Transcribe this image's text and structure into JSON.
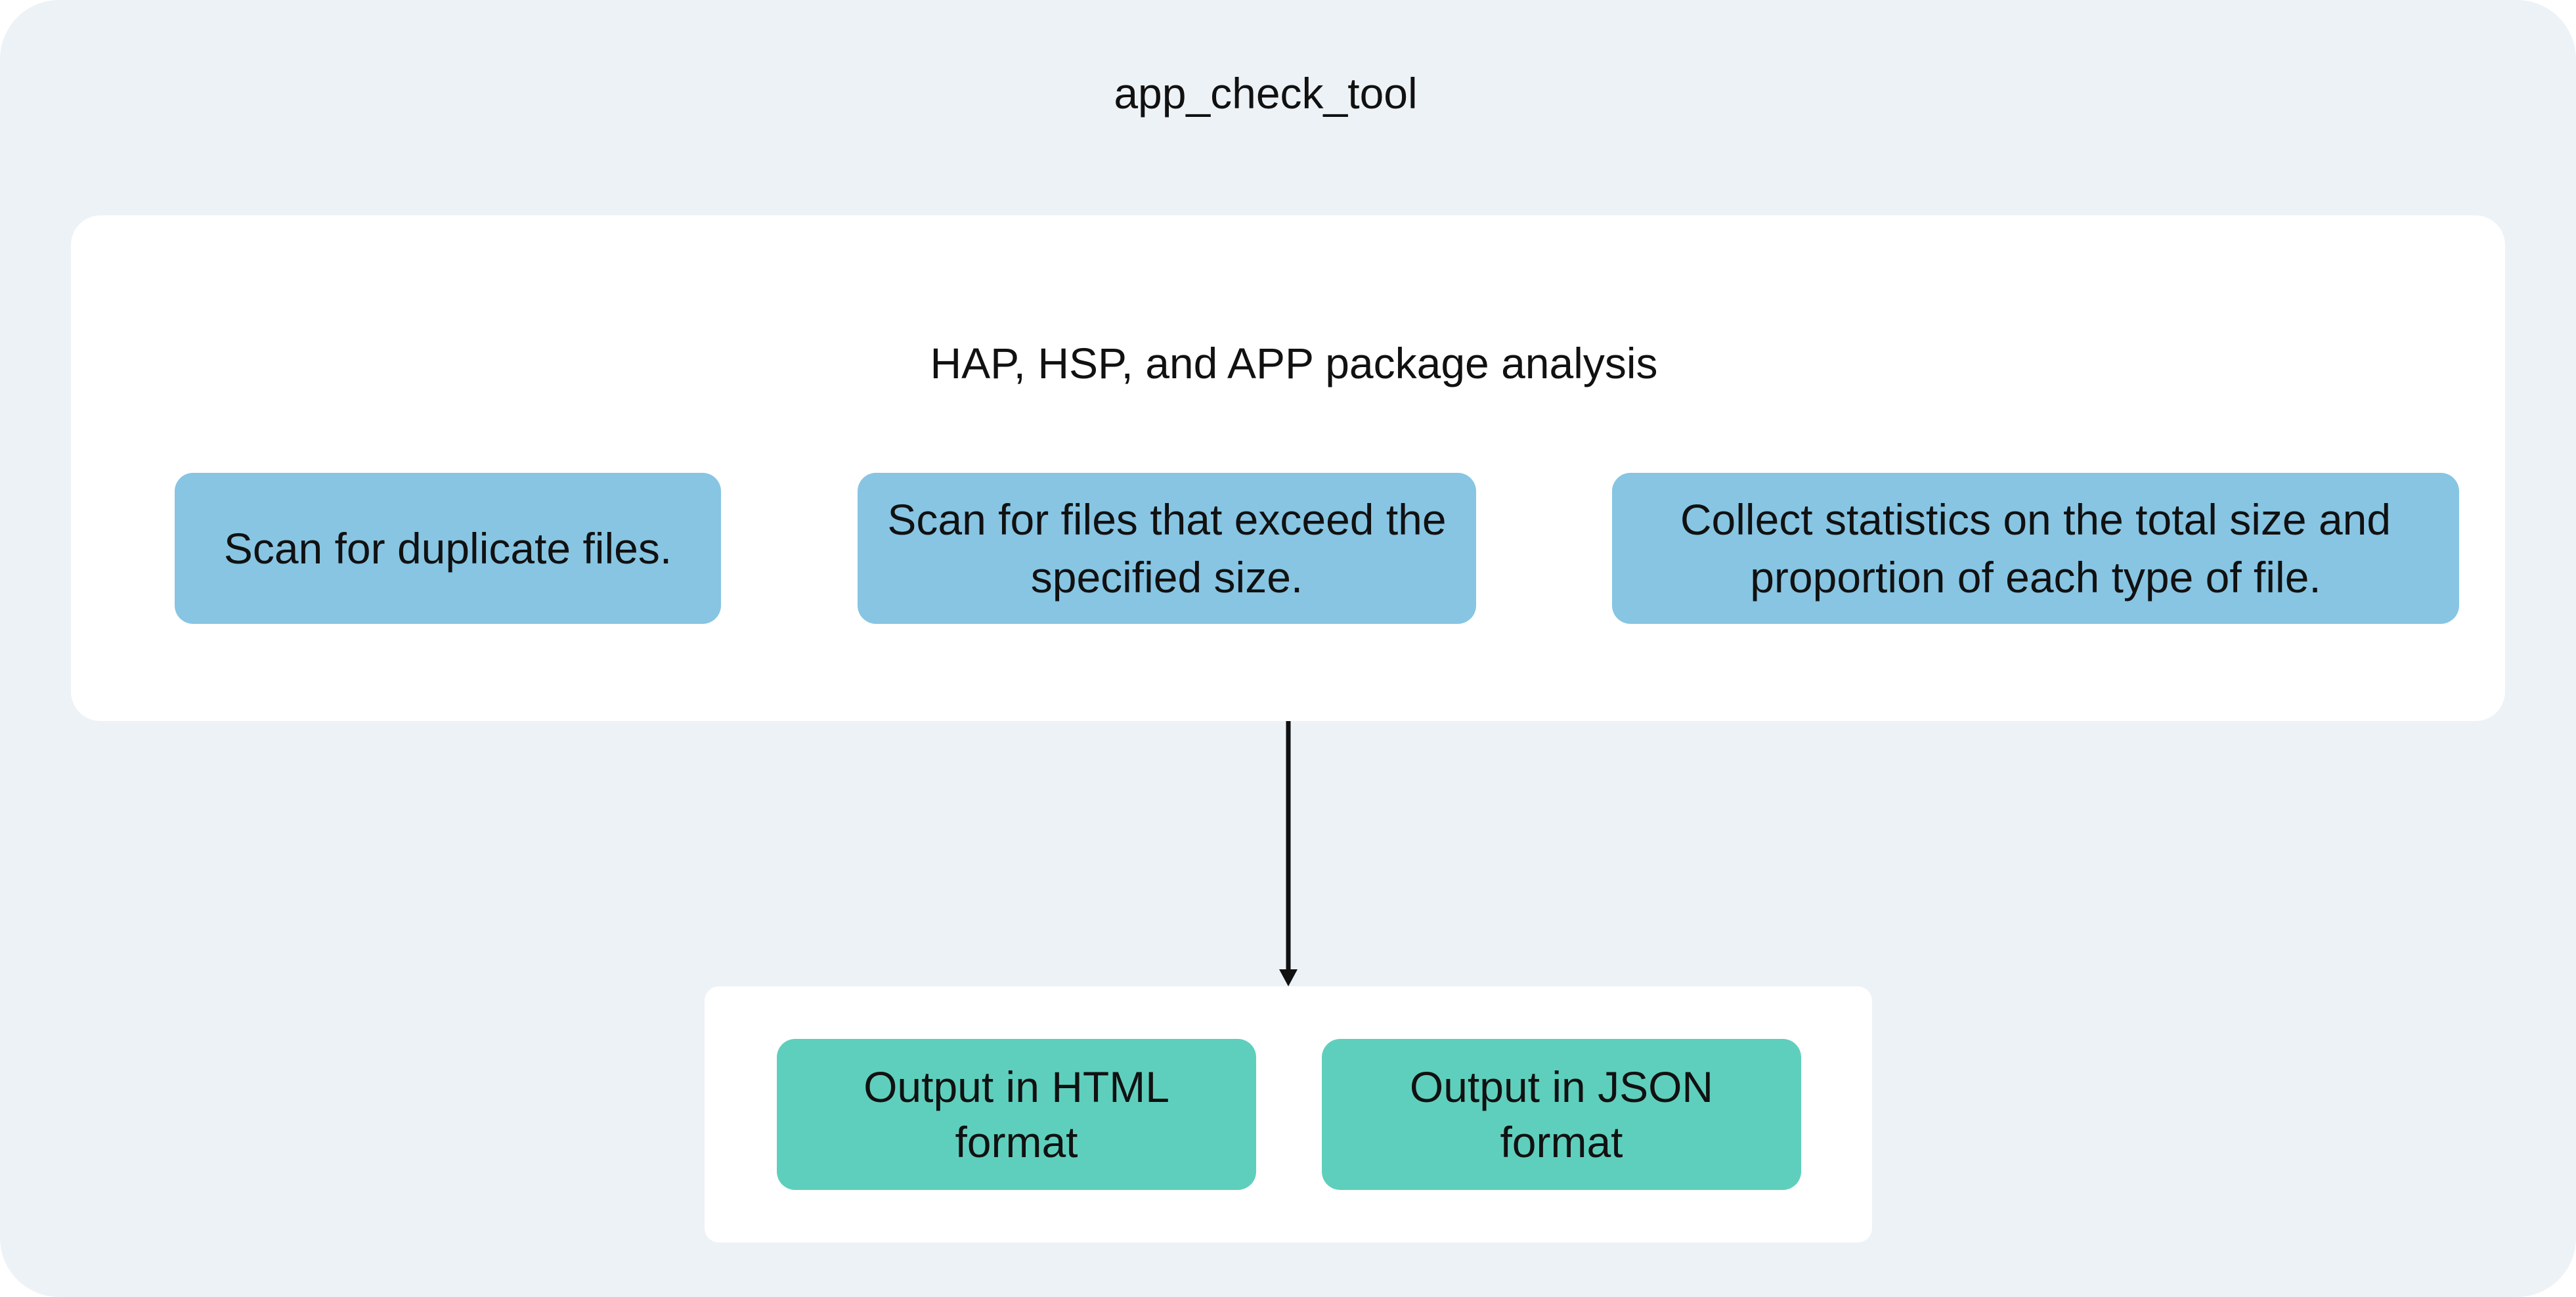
{
  "diagram": {
    "title": "app_check_tool",
    "analysis": {
      "title": "HAP, HSP, and APP package analysis",
      "items": [
        "Scan for duplicate files.",
        "Scan for files that exceed the specified size.",
        "Collect statistics on the total size and proportion of each type of file."
      ]
    },
    "outputs": [
      "Output in HTML format",
      "Output in JSON format"
    ]
  },
  "colors": {
    "background": "#edf2f6",
    "panel": "#ffffff",
    "analysis_box": "#87c5e3",
    "output_box": "#5fcfbd",
    "arrow": "#111111"
  }
}
